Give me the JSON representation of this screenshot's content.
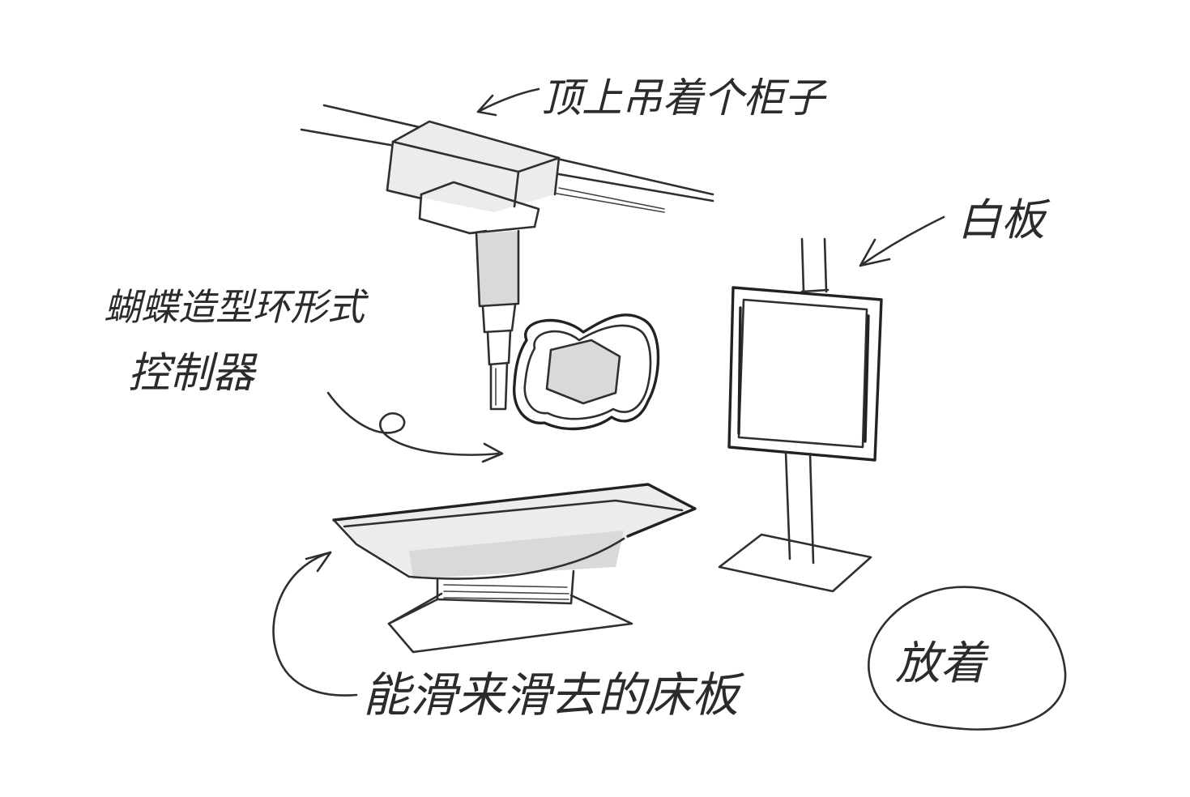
{
  "labels": {
    "ceiling_mount": "顶上吊着个柜子",
    "panel": "白板",
    "controller_line1": "蝴蝶造型环形式",
    "controller_line2": "控制器",
    "bed_board": "能滑来滑去的床板",
    "put_down": "放着"
  },
  "colors": {
    "ink": "#2f2f2f",
    "shade": "#d9d9d9",
    "paper": "#ffffff"
  }
}
